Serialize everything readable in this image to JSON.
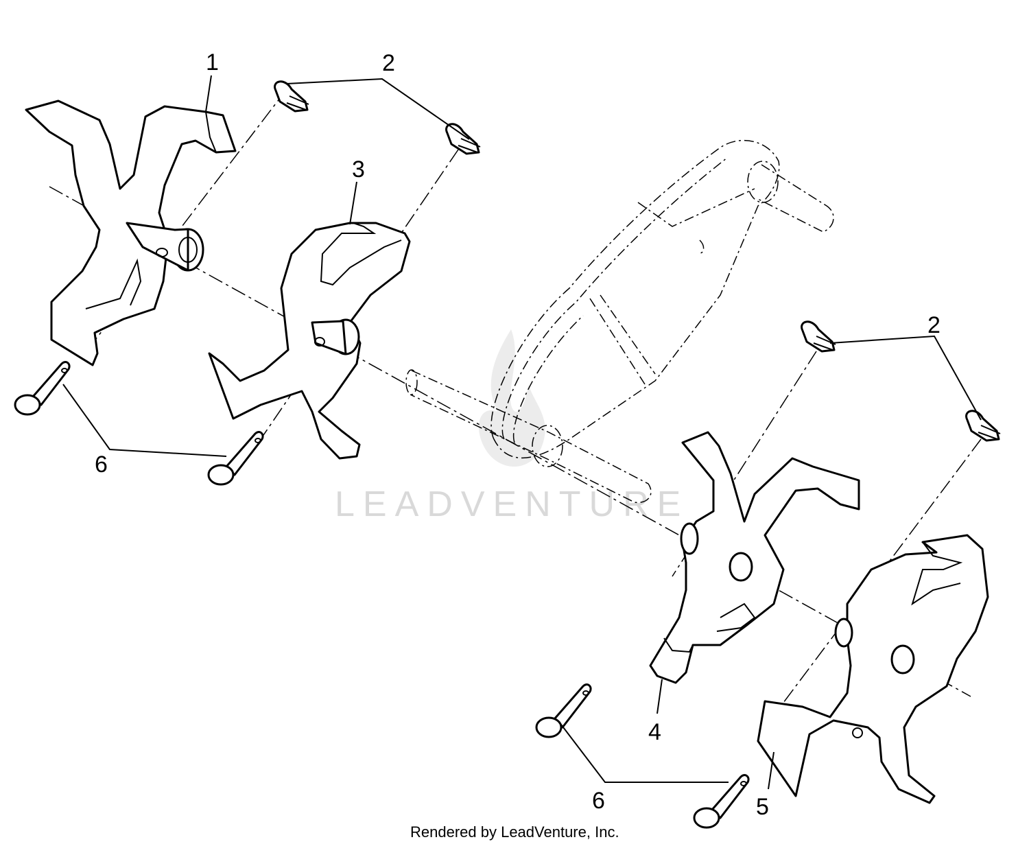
{
  "diagram": {
    "callouts": [
      {
        "id": "1",
        "label": "1"
      },
      {
        "id": "2a",
        "label": "2"
      },
      {
        "id": "3",
        "label": "3"
      },
      {
        "id": "2b",
        "label": "2"
      },
      {
        "id": "6a",
        "label": "6"
      },
      {
        "id": "4",
        "label": "4"
      },
      {
        "id": "6b",
        "label": "6"
      },
      {
        "id": "5",
        "label": "5"
      }
    ],
    "watermark": "LEADVENTURE",
    "footer": "Rendered by LeadVenture, Inc."
  }
}
